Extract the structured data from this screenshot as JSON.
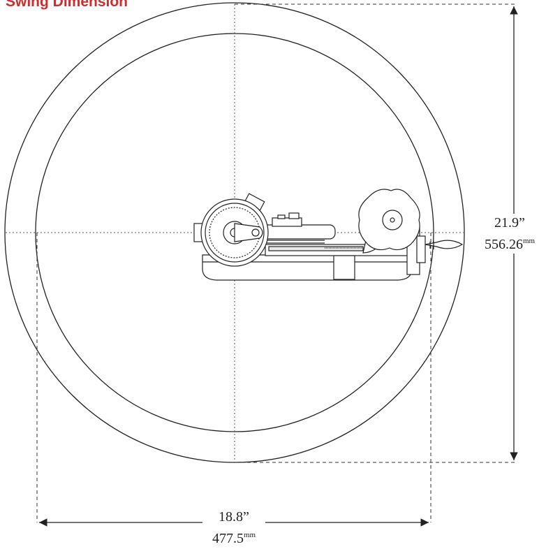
{
  "title": "Swing Dimension",
  "dimensions": {
    "height": {
      "inches": "21.9”",
      "mm_value": "556.26",
      "mm_unit": "mm"
    },
    "width": {
      "inches": "18.8”",
      "mm_value": "477.5",
      "mm_unit": "mm"
    }
  },
  "colors": {
    "title": "#d42a2a",
    "line": "#222222"
  }
}
